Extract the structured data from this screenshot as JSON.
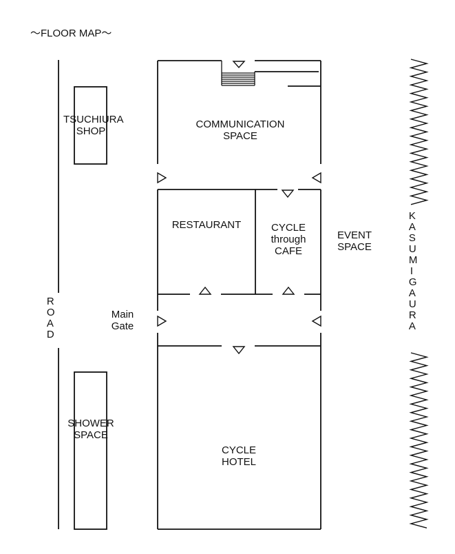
{
  "title": "～FLOOR MAP～",
  "colors": {
    "line": "#111111",
    "background": "#ffffff"
  },
  "rooms": {
    "tsuchiura_shop": [
      "TSUCHIURA",
      "SHOP"
    ],
    "communication_space": [
      "COMMUNICATION",
      "SPACE"
    ],
    "restaurant": [
      "RESTAURANT"
    ],
    "cycle_through_cafe": [
      "CYCLE",
      "through",
      "CAFE"
    ],
    "event_space": [
      "EVENT",
      "SPACE"
    ],
    "main_gate": [
      "Main",
      "Gate"
    ],
    "shower_space": [
      "SHOWER",
      "SPACE"
    ],
    "cycle_hotel": [
      "CYCLE",
      "HOTEL"
    ]
  },
  "road_label": "ROAD",
  "lake_label": "KASUMIGAURA"
}
